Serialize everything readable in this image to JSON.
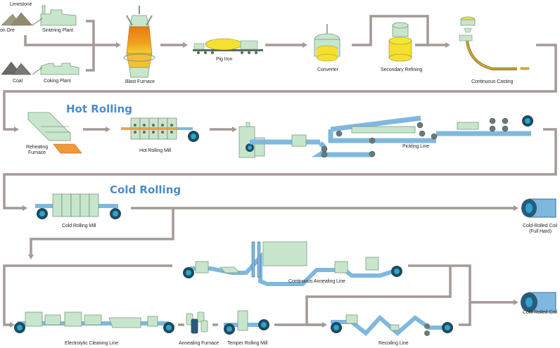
{
  "diagram": {
    "title": "Steel Production Process",
    "colors": {
      "connector": "#a39a96",
      "equipment_green": "#c8e6cc",
      "equipment_outline": "#7a9a80",
      "strip_blue": "#7fb8df",
      "roll_dark": "#1f4a5e",
      "roll_core": "#2ea3cc",
      "molten_orange": "#f0a020",
      "molten_yellow": "#f5e030",
      "slab_orange": "#f0983a",
      "heading_blue": "#4a8cc9"
    },
    "sections": {
      "hot_rolling": "Hot Rolling",
      "cold_rolling": "Cold Rolling"
    },
    "row1": {
      "limestone": "Limestone",
      "iron_ore": "on Ore",
      "sintering_plant": "Sintering Plant",
      "coal": "Coal",
      "coking_plant": "Coking Plant",
      "blast_furnace": "Blast Furnace",
      "pig_iron": "Pig Iron",
      "converter": "Converter",
      "secondary_refining": "Secondary Refining",
      "continuous_casting": "Continuous Casting"
    },
    "row2": {
      "reheating_furnace_1": "Reheating",
      "reheating_furnace_2": "Furnace",
      "hot_rolling_mill": "Hot Rolling Mill",
      "pickling_line": "Pickling Line"
    },
    "row3": {
      "cold_rolling_mill": "Cold Rolling Mill",
      "cold_rolled_coil_full_hard_1": "Cold-Rolled Coil",
      "cold_rolled_coil_full_hard_2": "(Full Hard)"
    },
    "row4": {
      "continuous_annealing_line": "Continuous Annealing Line"
    },
    "row5": {
      "electrolytic_cleaning_line": "Electrolytic Cleaning Line",
      "annealing_furnace": "Annealing Furnace",
      "temper_rolling_mill": "Temper Rolling Mill",
      "recoiling_line": "Recoiling Line",
      "cold_rolled_coil": "Cold-Rolled Coil"
    }
  }
}
